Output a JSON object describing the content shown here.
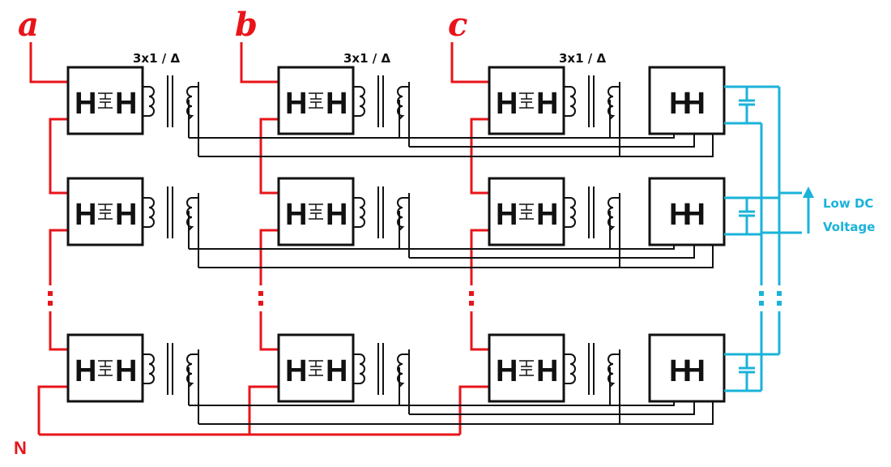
{
  "phases": [
    {
      "label": "a"
    },
    {
      "label": "b"
    },
    {
      "label": "c"
    }
  ],
  "neutral_label": "N",
  "transformer_label": "3x1 / Δ",
  "converter_glyph": "H",
  "dc_converter_glyph": "HH",
  "output": {
    "line1": "Low DC",
    "line2": "Voltage"
  },
  "colors": {
    "ac_side": "#e8141a",
    "dc_side": "#1ab3d9",
    "wiring": "#111111"
  },
  "structure": {
    "phase_count": 3,
    "visible_rows": 3,
    "module_type": "DAB (H-bridge / H-bridge with DC link capacitor) + 3x1/Δ transformer",
    "continuation_marker": "vertical ellipsis between row 2 and last row"
  }
}
